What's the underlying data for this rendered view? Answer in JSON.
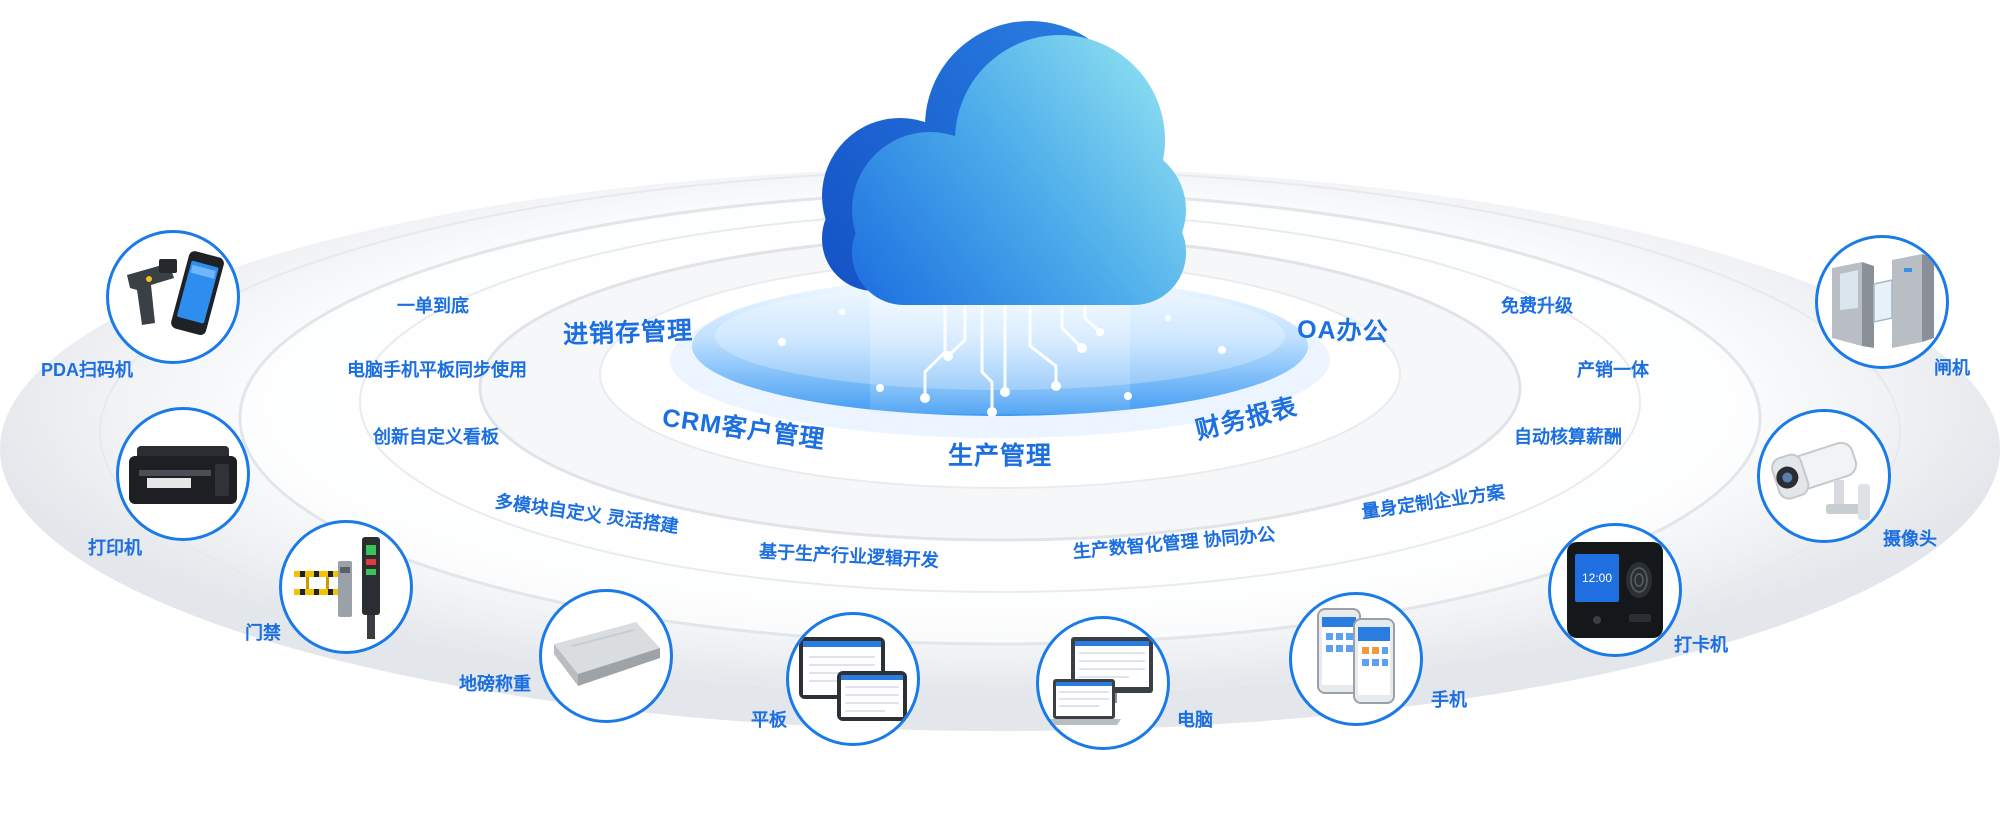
{
  "modules": [
    {
      "label": "进销存管理"
    },
    {
      "label": "OA办公"
    },
    {
      "label": "CRM客户管理"
    },
    {
      "label": "生产管理"
    },
    {
      "label": "财务报表"
    }
  ],
  "features": [
    "一单到底",
    "电脑手机平板同步使用",
    "创新自定义看板",
    "多模块自定义 灵活搭建",
    "基于生产行业逻辑开发",
    "生产数智化管理 协同办公",
    "量身定制企业方案",
    "免费升级",
    "产销一体",
    "自动核算薪酬"
  ],
  "devices": [
    {
      "label": "PDA扫码机",
      "icon": "pda-scanner-icon"
    },
    {
      "label": "打印机",
      "icon": "printer-icon"
    },
    {
      "label": "门禁",
      "icon": "access-gate-icon"
    },
    {
      "label": "地磅称重",
      "icon": "weighbridge-icon"
    },
    {
      "label": "平板",
      "icon": "tablet-icon"
    },
    {
      "label": "电脑",
      "icon": "computer-icon"
    },
    {
      "label": "手机",
      "icon": "phone-icon"
    },
    {
      "label": "打卡机",
      "icon": "time-clock-icon",
      "screen_time": "12:00"
    },
    {
      "label": "摄像头",
      "icon": "camera-icon"
    },
    {
      "label": "闸机",
      "icon": "turnstile-icon"
    }
  ],
  "colors": {
    "text": "#1c6fe0",
    "circle_border": "#1a7be8",
    "cloud_dark": "#1350c4",
    "cloud_light": "#8fe0f0",
    "platform": "#3e9bf2"
  }
}
